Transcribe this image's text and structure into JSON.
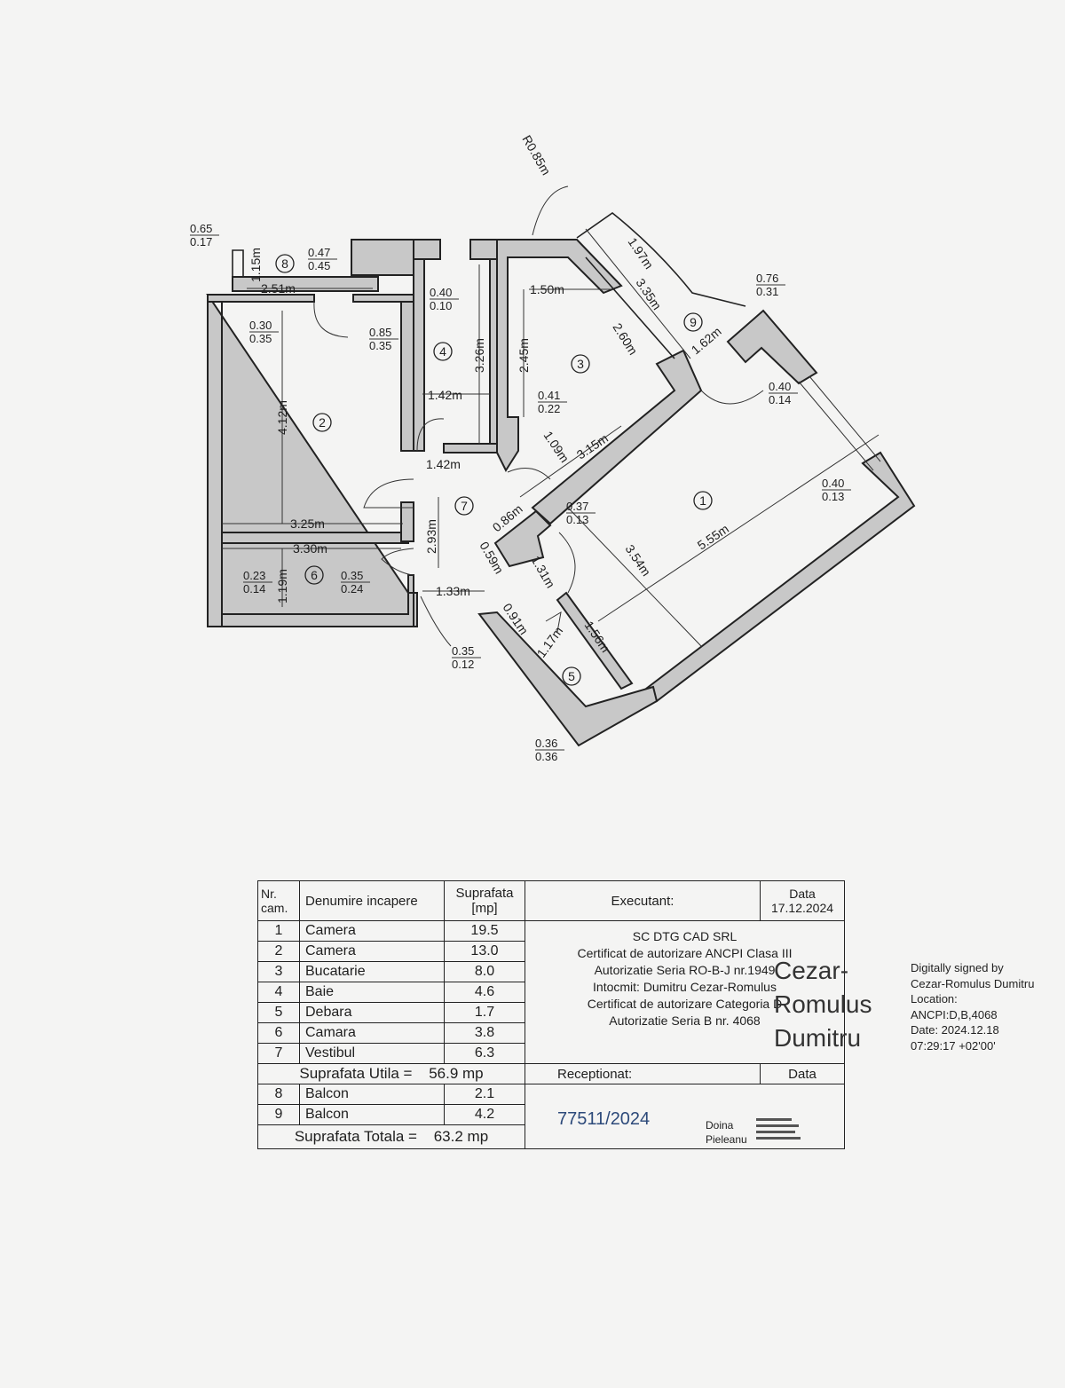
{
  "plan": {
    "rooms": [
      "1",
      "2",
      "3",
      "4",
      "5",
      "6",
      "7",
      "8",
      "9"
    ],
    "dims": {
      "d_065_017": [
        "0.65",
        "0.17"
      ],
      "d_115": "1.15m",
      "d_047_045": [
        "0.47",
        "0.45"
      ],
      "d_251": "2.51m",
      "d_030_035": [
        "0.30",
        "0.35"
      ],
      "d_085_035": [
        "0.85",
        "0.35"
      ],
      "d_040_010": [
        "0.40",
        "0.10"
      ],
      "d_326": "3.26m",
      "d_150": "1.50m",
      "d_245": "2.45m",
      "d_142a": "1.42m",
      "d_142b": "1.42m",
      "d_041_022": [
        "0.41",
        "0.22"
      ],
      "d_412": "4.12m",
      "d_325": "3.25m",
      "d_330": "3.30m",
      "d_119": "1.19m",
      "d_023_014": [
        "0.23",
        "0.14"
      ],
      "d_035_024": [
        "0.35",
        "0.24"
      ],
      "d_293": "2.93m",
      "d_133": "1.33m",
      "d_035_012": [
        "0.35",
        "0.12"
      ],
      "d_r085": "R0.85m",
      "d_197": "1.97m",
      "d_335": "3.35m",
      "d_260": "2.60m",
      "d_162": "1.62m",
      "d_076_031": [
        "0.76",
        "0.31"
      ],
      "d_040_014": [
        "0.40",
        "0.14"
      ],
      "d_109": "1.09m",
      "d_315": "3.15m",
      "d_040_013": [
        "0.40",
        "0.13"
      ],
      "d_555": "5.55m",
      "d_354": "3.54m",
      "d_086": "0.86m",
      "d_037_013": [
        "0.37",
        "0.13"
      ],
      "d_059": "0.59m",
      "d_131": "1.31m",
      "d_091": "0.91m",
      "d_117": "1.17m",
      "d_156": "1.56m",
      "d_036_036": [
        "0.36",
        "0.36"
      ]
    }
  },
  "table": {
    "headers": {
      "nr": "Nr.\ncam.",
      "name": "Denumire incapere",
      "area": "Suprafata\n[mp]",
      "executant": "Executant:",
      "data": "Data\n17.12.2024"
    },
    "rows": [
      {
        "nr": "1",
        "name": "Camera",
        "area": "19.5"
      },
      {
        "nr": "2",
        "name": "Camera",
        "area": "13.0"
      },
      {
        "nr": "3",
        "name": "Bucatarie",
        "area": "8.0"
      },
      {
        "nr": "4",
        "name": "Baie",
        "area": "4.6"
      },
      {
        "nr": "5",
        "name": "Debara",
        "area": "1.7"
      },
      {
        "nr": "6",
        "name": "Camara",
        "area": "3.8"
      },
      {
        "nr": "7",
        "name": "Vestibul",
        "area": "6.3"
      }
    ],
    "executant_lines": [
      "SC DTG CAD SRL",
      "Certificat de autorizare ANCPI Clasa III",
      "Autorizatie Seria RO-B-J nr.1949",
      "Intocmit: Dumitru Cezar-Romulus",
      "Certificat de autorizare Categoria D",
      "Autorizatie Seria B nr. 4068"
    ],
    "utila_label": "Suprafata Utila =",
    "utila_value": "56.9 mp",
    "receptionat": "Receptionat:",
    "data2": "Data",
    "balcon_rows": [
      {
        "nr": "8",
        "name": "Balcon",
        "area": "2.1"
      },
      {
        "nr": "9",
        "name": "Balcon",
        "area": "4.2"
      }
    ],
    "totala_label": "Suprafata Totala =",
    "totala_value": "63.2 mp",
    "recv_number": "77511/2024",
    "recv_name": [
      "Doina",
      "Pieleanu"
    ]
  },
  "signature": {
    "name_lines": [
      "Cezar-",
      "Romulus",
      "Dumitru"
    ],
    "digital_lines": [
      "Digitally signed by",
      "Cezar-Romulus Dumitru",
      "Location:",
      "ANCPI:D,B,4068",
      "Date: 2024.12.18",
      "07:29:17 +02'00'"
    ]
  }
}
